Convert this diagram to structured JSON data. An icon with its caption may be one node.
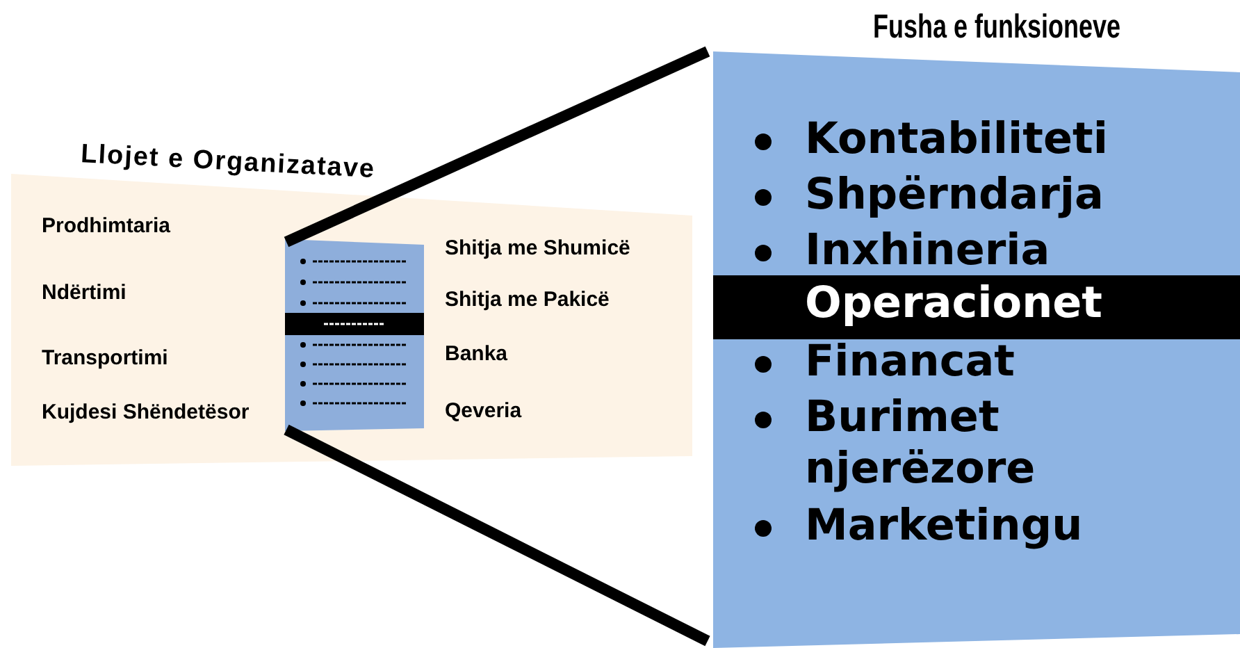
{
  "diagram": {
    "nodes": [
      {
        "text": [
          "Llojet e Organizatave",
          "Prodhimtaria",
          "Ndërtimi",
          "Transportimi",
          "Kujdesi Shëndetësor",
          "Shitja me Shumicë",
          "Shitja me Pakicë",
          "Banka",
          "Qeveria"
        ]
      },
      {
        "text": [],
        "shape": "box",
        "in": 0
      },
      {
        "text": [
          "Fusha e funksioneve",
          "Kontabiliteti",
          "Shpërndarja",
          "Inxhineria",
          "Operacionet",
          "Financat",
          "Burimet njerëzore",
          "Marketingu"
        ]
      }
    ],
    "edges": [
      {
        "from": 1,
        "to": 2,
        "arrow": "none"
      },
      {
        "from": 1,
        "to": 2,
        "arrow": "none"
      }
    ]
  }
}
